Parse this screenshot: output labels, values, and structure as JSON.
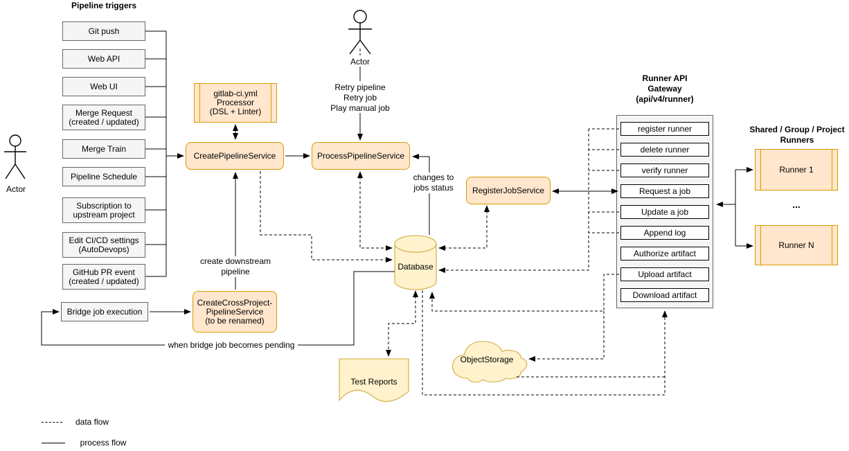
{
  "triggers": {
    "title": "Pipeline triggers",
    "items": [
      "Git push",
      "Web API",
      "Web UI",
      "Merge Request\n(created / updated)",
      "Merge Train",
      "Pipeline Schedule",
      "Subscription to\nupstream project",
      "Edit CI/CD settings\n(AutoDevops)",
      "GitHub PR event\n(created / updated)"
    ],
    "bridge_job": "Bridge job execution"
  },
  "actors": {
    "left": "Actor",
    "top": "Actor"
  },
  "top_actor_actions": "Retry pipeline\nRetry job\nPlay manual job",
  "services": {
    "processor": "gitlab-ci.yml\nProcessor\n(DSL + Linter)",
    "create_pipeline": "CreatePipelineService",
    "process_pipeline": "ProcessPipelineService",
    "register_job": "RegisterJobService",
    "create_cross_project": "CreateCrossProject-\nPipelineService\n(to be renamed)"
  },
  "storage": {
    "database": "Database",
    "test_reports": "Test Reports",
    "object_storage": "ObjectStorage"
  },
  "gateway": {
    "title": "Runner API\nGateway\n(api/v4/runner)",
    "endpoints": [
      "register runner",
      "delete runner",
      "verify runner",
      "Request a job",
      "Update a job",
      "Append log",
      "Authorize artifact",
      "Upload artifact",
      "Download artifact"
    ]
  },
  "runners": {
    "title": "Shared / Group / Project\nRunners",
    "items": [
      "Runner 1",
      "Runner N"
    ],
    "ellipsis": "..."
  },
  "annotations": {
    "create_downstream": "create downstream\npipeline",
    "when_bridge": "when bridge job becomes pending",
    "changes_to": "changes to\njobs status"
  },
  "legend": {
    "data_flow": "data flow",
    "process_flow": "process flow"
  },
  "colors": {
    "service_fill": "#FFE6CC",
    "service_border": "#D79B00",
    "storage_fill": "#FFF2CC",
    "storage_border": "#D6B656",
    "panel_fill": "#F5F5F5",
    "panel_border": "#666666",
    "line": "#000000"
  }
}
